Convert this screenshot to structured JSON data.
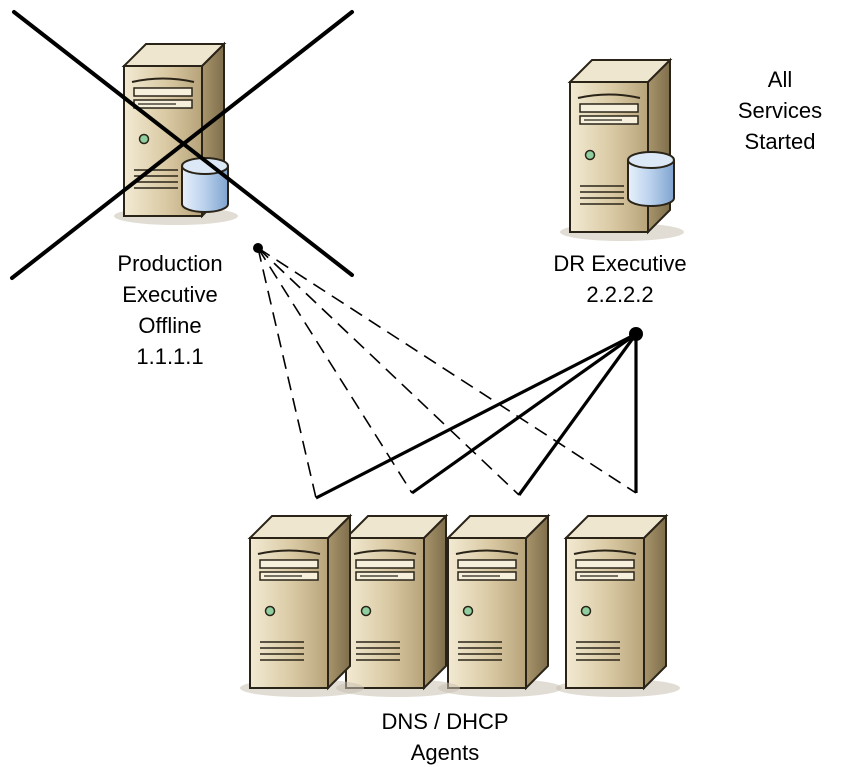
{
  "production": {
    "lines": [
      "Production",
      "Executive",
      "Offline",
      "1.1.1.1"
    ]
  },
  "dr": {
    "lines": [
      "DR Executive",
      "2.2.2.2"
    ]
  },
  "status": {
    "lines": [
      "All",
      "Services",
      "Started"
    ]
  },
  "agents": {
    "lines": [
      "DNS / DHCP",
      "Agents"
    ]
  },
  "colors": {
    "server_body": "#d9c9a3",
    "server_side": "#9c8a63",
    "server_top": "#efe6cf",
    "database": "#b9d0ec",
    "link": "#000000"
  }
}
